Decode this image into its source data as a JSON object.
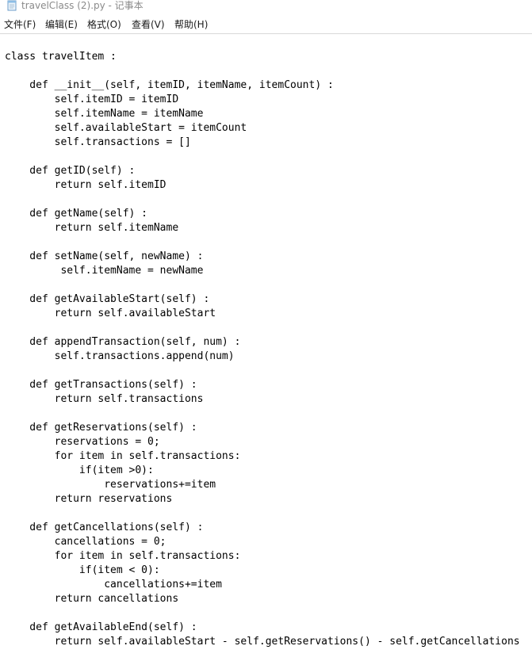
{
  "window": {
    "title": "travelClass (2).py - 记事本"
  },
  "menu": [
    {
      "label": "文件(F)"
    },
    {
      "label": "编辑(E)"
    },
    {
      "label": "格式(O)"
    },
    {
      "label": "查看(V)"
    },
    {
      "label": "帮助(H)"
    }
  ],
  "icons": {
    "app": "notepad-icon"
  },
  "editor": {
    "lines": [
      "class travelItem :",
      "",
      "    def __init__(self, itemID, itemName, itemCount) :",
      "        self.itemID = itemID",
      "        self.itemName = itemName",
      "        self.availableStart = itemCount",
      "        self.transactions = []",
      "",
      "    def getID(self) :",
      "        return self.itemID",
      "",
      "    def getName(self) :",
      "        return self.itemName",
      "",
      "    def setName(self, newName) :",
      "         self.itemName = newName",
      "",
      "    def getAvailableStart(self) :",
      "        return self.availableStart",
      "",
      "    def appendTransaction(self, num) :",
      "        self.transactions.append(num)",
      "",
      "    def getTransactions(self) :",
      "        return self.transactions",
      "",
      "    def getReservations(self) :",
      "        reservations = 0;",
      "        for item in self.transactions:",
      "            if(item >0):",
      "                reservations+=item",
      "        return reservations",
      "",
      "    def getCancellations(self) :",
      "        cancellations = 0;",
      "        for item in self.transactions:",
      "            if(item < 0):",
      "                cancellations+=item",
      "        return cancellations",
      "",
      "    def getAvailableEnd(self) :",
      "        return self.availableStart - self.getReservations() - self.getCancellations"
    ]
  }
}
